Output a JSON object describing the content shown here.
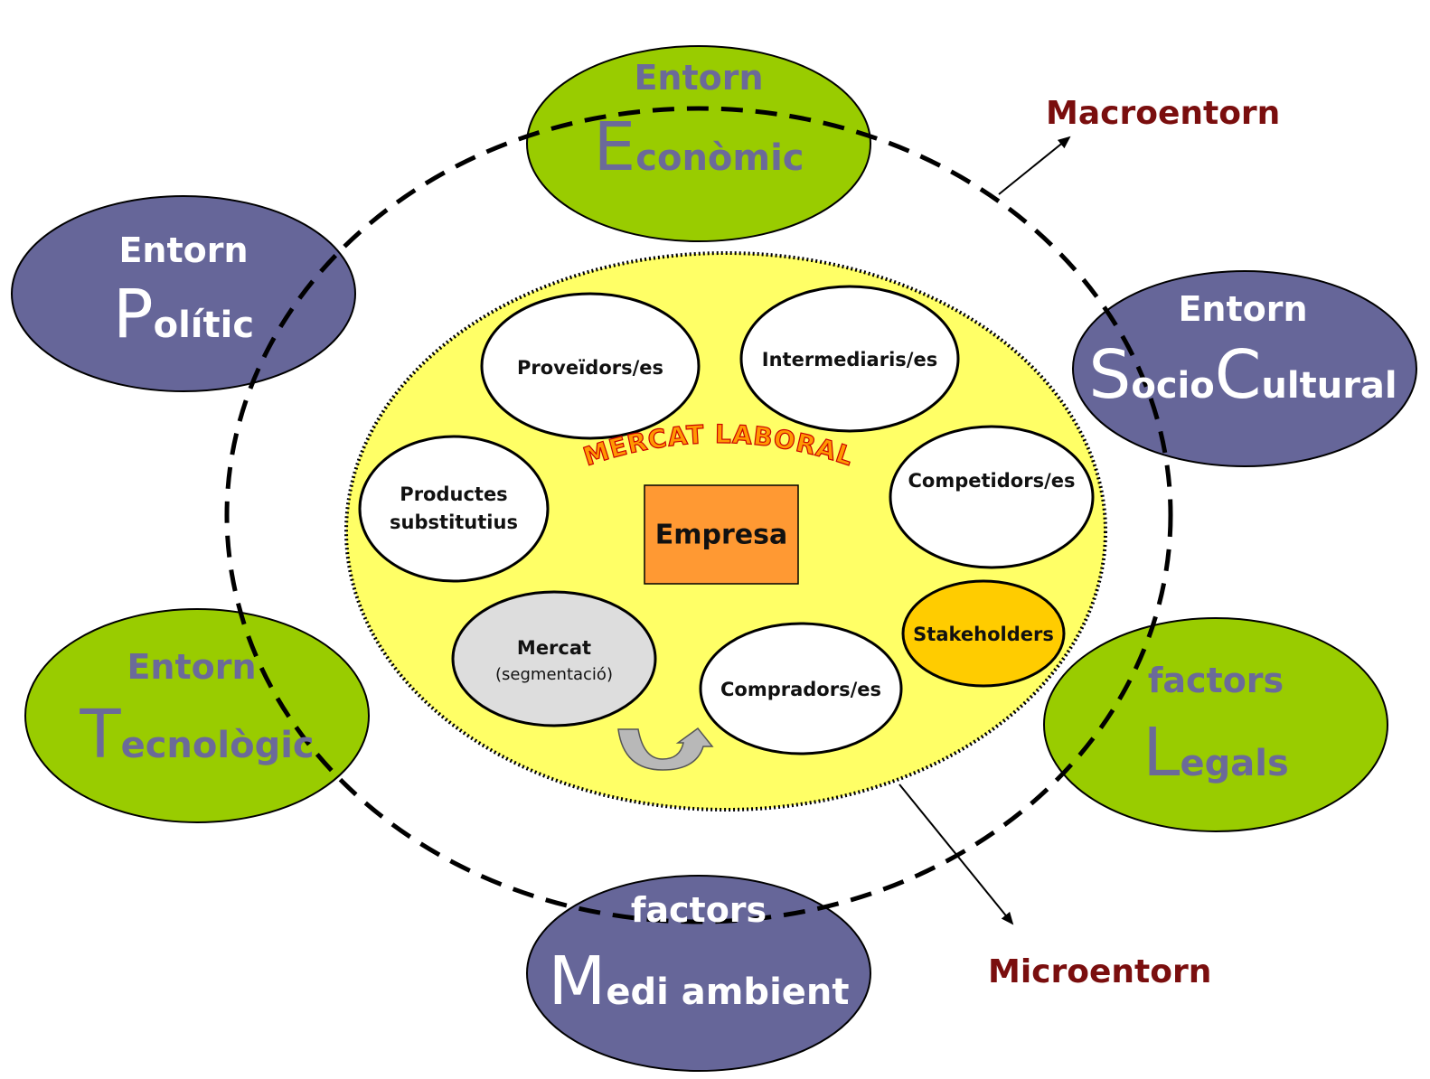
{
  "colors": {
    "green": "#99cc00",
    "purple": "#666699",
    "inner_fill": "#ffff66",
    "empresa_fill": "#ff9933",
    "stakeholders_fill": "#ffcc00",
    "mercat_fill": "#dddddd",
    "zone_label": "#7a0e0e",
    "market_title_fill": "#ff9900",
    "market_title_stroke": "#cc0000"
  },
  "zones": {
    "macro": "Macroentorn",
    "micro": "Microentorn"
  },
  "environments": {
    "economic": {
      "top": "Entorn",
      "cap": "E",
      "rest": "conòmic"
    },
    "politic": {
      "top": "Entorn",
      "cap": "P",
      "rest": "olític"
    },
    "sociocultural": {
      "top": "Entorn",
      "cap1": "S",
      "rest1": "ocio",
      "cap2": "C",
      "rest2": "ultural"
    },
    "tecnologic": {
      "top": "Entorn",
      "cap": "T",
      "rest": "ecnològic"
    },
    "legals": {
      "top": "factors",
      "cap": "L",
      "rest": "egals"
    },
    "medi": {
      "top": "factors",
      "cap": "M",
      "rest": "edi ambient"
    }
  },
  "market": {
    "title": "MERCAT LABORAL",
    "empresa": "Empresa",
    "proveidors": "Proveïdors/es",
    "intermediaris": "Intermediaris/es",
    "productes_line1": "Productes",
    "productes_line2": "substitutius",
    "competidors": "Competidors/es",
    "stakeholders": "Stakeholders",
    "mercat_line1": "Mercat",
    "mercat_line2": "(segmentació)",
    "compradors": "Compradors/es"
  },
  "icons": {
    "cycle_arrow": "curved-arrow-icon"
  }
}
